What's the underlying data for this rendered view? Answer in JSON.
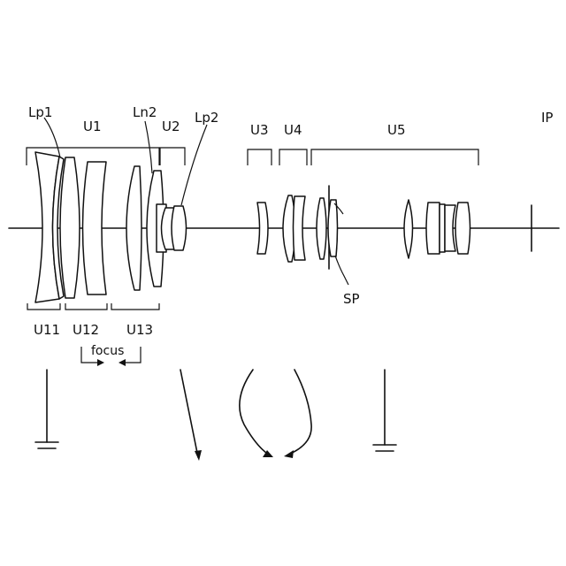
{
  "labels": {
    "lp1": "Lp1",
    "u1": "U1",
    "ln2": "Ln2",
    "u2": "U2",
    "lp2": "Lp2",
    "u3": "U3",
    "u4": "U4",
    "u5": "U5",
    "ip": "IP",
    "sp": "SP",
    "u11": "U11",
    "u12": "U12",
    "u13": "U13",
    "focus": "focus"
  },
  "colors": {
    "ink": "#111111",
    "background": "#ffffff"
  }
}
